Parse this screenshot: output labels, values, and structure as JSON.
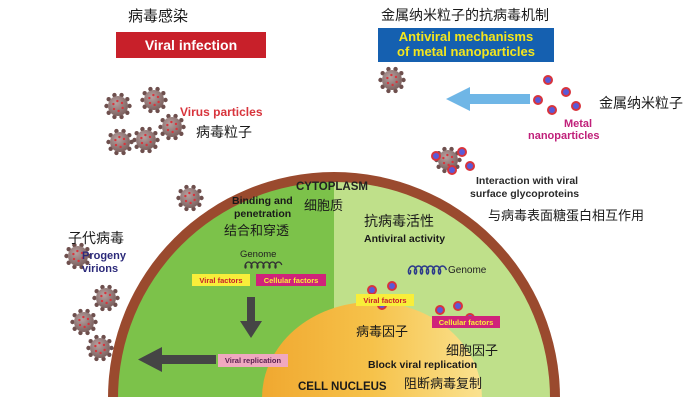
{
  "top_left": {
    "zh_title": "病毒感染",
    "banner": "Viral infection"
  },
  "top_right": {
    "zh_title": "金属纳米粒子的抗病毒机制",
    "banner_line1": "Antiviral mechanisms",
    "banner_line2": "of metal nanoparticles"
  },
  "virus_particles": {
    "en": "Virus particles",
    "zh": "病毒粒子"
  },
  "metal_np": {
    "zh": "金属纳米粒子",
    "en_line1": "Metal",
    "en_line2": "nanoparticles"
  },
  "interaction": {
    "en_line1": "Interaction with viral",
    "en_line2": "surface glycoproteins",
    "zh": "与病毒表面糖蛋白相互作用"
  },
  "progeny": {
    "zh": "子代病毒",
    "en_line1": "Progeny",
    "en_line2": "virions"
  },
  "cell": {
    "cytoplasm_en": "CYTOPLASM",
    "cytoplasm_zh": "细胞质",
    "nucleus": "CELL NUCLEUS"
  },
  "left_half": {
    "binding_line1": "Binding and",
    "binding_line2": "penetration",
    "binding_zh": "结合和穿透",
    "genome": "Genome",
    "viral_factors": "Viral factors",
    "cellular_factors": "Cellular factors",
    "viral_replication": "Viral replication"
  },
  "right_half": {
    "antiviral_zh": "抗病毒活性",
    "antiviral_en": "Antiviral activity",
    "genome": "Genome",
    "viral_factors": "Viral factors",
    "viral_factors_zh": "病毒因子",
    "cellular_factors": "Cellular factors",
    "cellular_factors_zh": "细胞因子",
    "block_en": "Block viral replication",
    "block_zh": "阻断病毒复制"
  },
  "colors": {
    "banner_red": "#c8202a",
    "banner_blue": "#1560b0",
    "banner_yellow_text": "#f4e61c",
    "cell_border": "#9a4a2e",
    "left_green": "#7cc24a",
    "right_green": "#bfe08a",
    "nucleus_orange": "#f4b43c",
    "virus_brown": "#8a6a68",
    "np_red": "#d8343c",
    "np_blue": "#5a5ad8",
    "progeny_navy": "#2c2a7a",
    "metal_magenta": "#c0207a",
    "arrow_blue": "#6fb6e6"
  }
}
